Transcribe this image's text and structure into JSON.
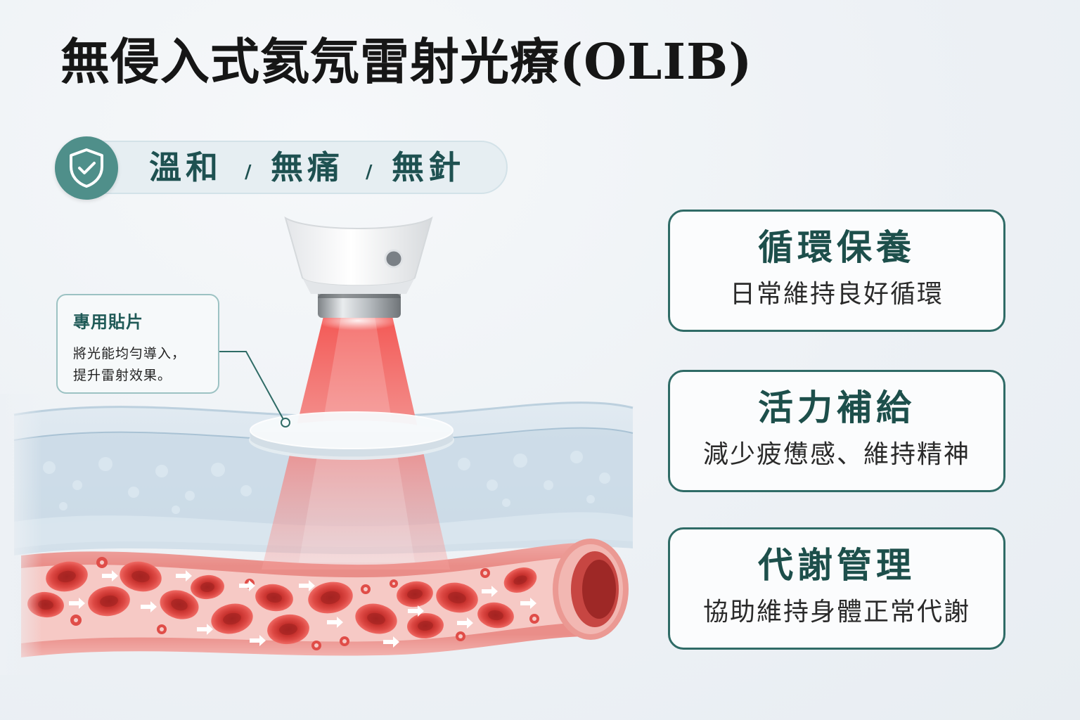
{
  "title": "無侵入式氦氖雷射光療(OLIB)",
  "badge": {
    "icon": "shield-check-icon",
    "items": [
      "溫和",
      "無痛",
      "無針"
    ],
    "separator": "/"
  },
  "callout": {
    "title": "專用貼片",
    "line1": "將光能均勻導入，",
    "line2": "提升雷射效果。"
  },
  "benefits": [
    {
      "title": "循環保養",
      "subtitle": "日常維持良好循環"
    },
    {
      "title": "活力補給",
      "subtitle": "減少疲憊感、維持精神"
    },
    {
      "title": "代謝管理",
      "subtitle": "協助維持身體正常代謝"
    }
  ],
  "colors": {
    "accent": "#2f6b66",
    "badge": "#4f8f8a",
    "laser": "#f04a46",
    "blood_cell": "#d8413e"
  }
}
